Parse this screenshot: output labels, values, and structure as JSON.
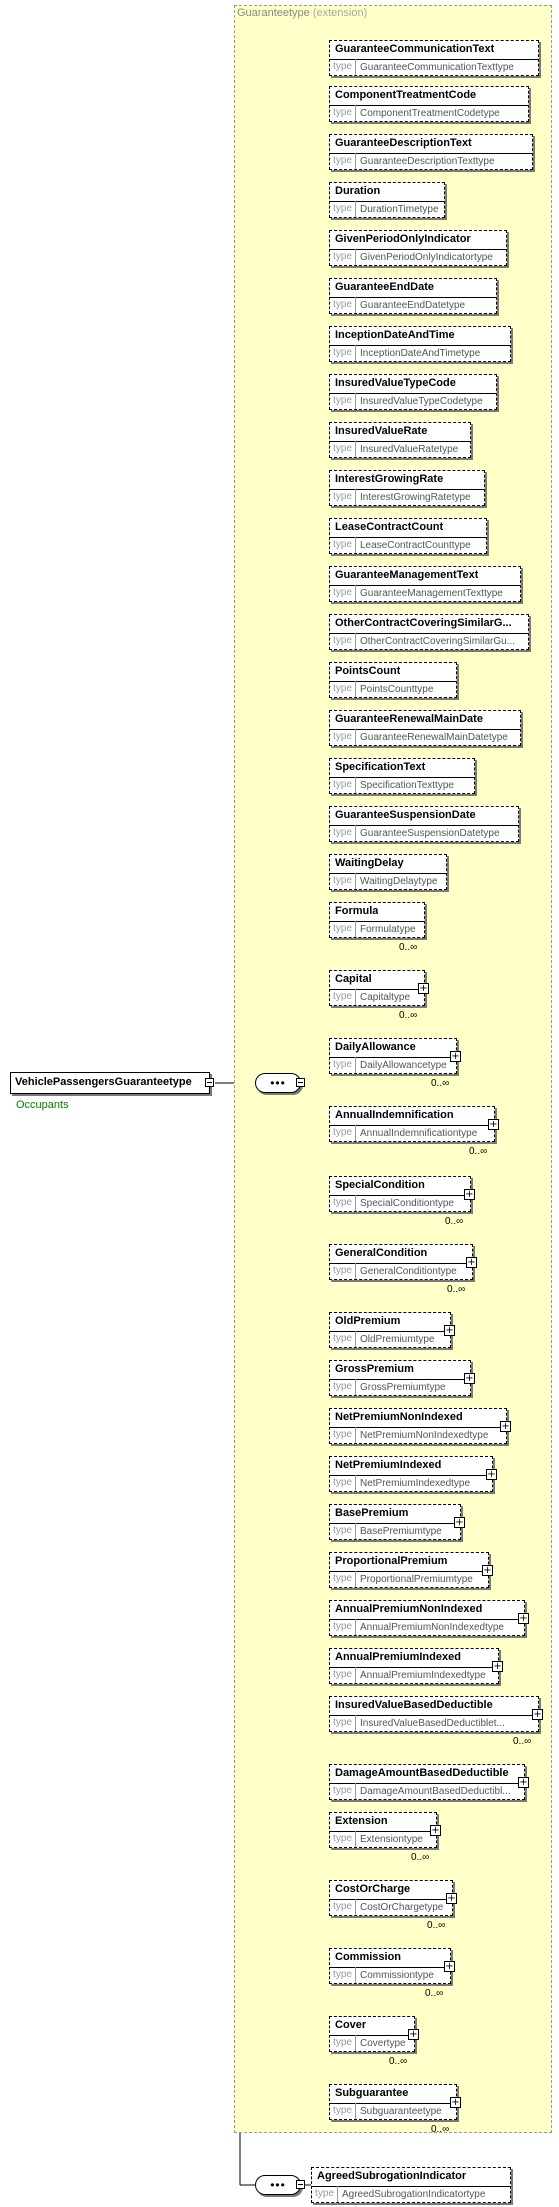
{
  "root": {
    "name": "VehiclePassengersGuaranteetype",
    "annotation": "Occupants"
  },
  "extension": {
    "type_name": "Guaranteetype",
    "keyword": "(extension)"
  },
  "labels": {
    "type": "type"
  },
  "icons": {
    "sequence": "sequence-compositor-icon",
    "collapse": "minus-icon",
    "expand": "plus-icon"
  },
  "elements": [
    {
      "name": "GuaranteeCommunicationText",
      "type": "GuaranteeCommunicationTexttype",
      "occ": "",
      "expandable": false
    },
    {
      "name": "ComponentTreatmentCode",
      "type": "ComponentTreatmentCodetype",
      "occ": "",
      "expandable": false
    },
    {
      "name": "GuaranteeDescriptionText",
      "type": "GuaranteeDescriptionTexttype",
      "occ": "",
      "expandable": false
    },
    {
      "name": "Duration",
      "type": "DurationTimetype",
      "occ": "",
      "expandable": false
    },
    {
      "name": "GivenPeriodOnlyIndicator",
      "type": "GivenPeriodOnlyIndicatortype",
      "occ": "",
      "expandable": false
    },
    {
      "name": "GuaranteeEndDate",
      "type": "GuaranteeEndDatetype",
      "occ": "",
      "expandable": false
    },
    {
      "name": "InceptionDateAndTime",
      "type": "InceptionDateAndTimetype",
      "occ": "",
      "expandable": false
    },
    {
      "name": "InsuredValueTypeCode",
      "type": "InsuredValueTypeCodetype",
      "occ": "",
      "expandable": false
    },
    {
      "name": "InsuredValueRate",
      "type": "InsuredValueRatetype",
      "occ": "",
      "expandable": false
    },
    {
      "name": "InterestGrowingRate",
      "type": "InterestGrowingRatetype",
      "occ": "",
      "expandable": false
    },
    {
      "name": "LeaseContractCount",
      "type": "LeaseContractCounttype",
      "occ": "",
      "expandable": false
    },
    {
      "name": "GuaranteeManagementText",
      "type": "GuaranteeManagementTexttype",
      "occ": "",
      "expandable": false
    },
    {
      "name": "OtherContractCoveringSimilarG...",
      "type": "OtherContractCoveringSimilarGu...",
      "occ": "",
      "expandable": false
    },
    {
      "name": "PointsCount",
      "type": "PointsCounttype",
      "occ": "",
      "expandable": false
    },
    {
      "name": "GuaranteeRenewalMainDate",
      "type": "GuaranteeRenewalMainDatetype",
      "occ": "",
      "expandable": false
    },
    {
      "name": "SpecificationText",
      "type": "SpecificationTexttype",
      "occ": "",
      "expandable": false
    },
    {
      "name": "GuaranteeSuspensionDate",
      "type": "GuaranteeSuspensionDatetype",
      "occ": "",
      "expandable": false
    },
    {
      "name": "WaitingDelay",
      "type": "WaitingDelaytype",
      "occ": "",
      "expandable": false
    },
    {
      "name": "Formula",
      "type": "Formulatype",
      "occ": "0..∞",
      "expandable": false
    },
    {
      "name": "Capital",
      "type": "Capitaltype",
      "occ": "0..∞",
      "expandable": true
    },
    {
      "name": "DailyAllowance",
      "type": "DailyAllowancetype",
      "occ": "0..∞",
      "expandable": true
    },
    {
      "name": "AnnualIndemnification",
      "type": "AnnualIndemnificationtype",
      "occ": "0..∞",
      "expandable": true
    },
    {
      "name": "SpecialCondition",
      "type": "SpecialConditiontype",
      "occ": "0..∞",
      "expandable": true
    },
    {
      "name": "GeneralCondition",
      "type": "GeneralConditiontype",
      "occ": "0..∞",
      "expandable": true
    },
    {
      "name": "OldPremium",
      "type": "OldPremiumtype",
      "occ": "",
      "expandable": true
    },
    {
      "name": "GrossPremium",
      "type": "GrossPremiumtype",
      "occ": "",
      "expandable": true
    },
    {
      "name": "NetPremiumNonIndexed",
      "type": "NetPremiumNonIndexedtype",
      "occ": "",
      "expandable": true
    },
    {
      "name": "NetPremiumIndexed",
      "type": "NetPremiumIndexedtype",
      "occ": "",
      "expandable": true
    },
    {
      "name": "BasePremium",
      "type": "BasePremiumtype",
      "occ": "",
      "expandable": true
    },
    {
      "name": "ProportionalPremium",
      "type": "ProportionalPremiumtype",
      "occ": "",
      "expandable": true
    },
    {
      "name": "AnnualPremiumNonIndexed",
      "type": "AnnualPremiumNonIndexedtype",
      "occ": "",
      "expandable": true
    },
    {
      "name": "AnnualPremiumIndexed",
      "type": "AnnualPremiumIndexedtype",
      "occ": "",
      "expandable": true
    },
    {
      "name": "InsuredValueBasedDeductible",
      "type": "InsuredValueBasedDeductiblet...",
      "occ": "0..∞",
      "expandable": true
    },
    {
      "name": "DamageAmountBasedDeductible",
      "type": "DamageAmountBasedDeductibl...",
      "occ": "",
      "expandable": true
    },
    {
      "name": "Extension",
      "type": "Extensiontype",
      "occ": "0..∞",
      "expandable": true
    },
    {
      "name": "CostOrCharge",
      "type": "CostOrChargetype",
      "occ": "0..∞",
      "expandable": true
    },
    {
      "name": "Commission",
      "type": "Commissiontype",
      "occ": "0..∞",
      "expandable": true
    },
    {
      "name": "Cover",
      "type": "Covertype",
      "occ": "0..∞",
      "expandable": true
    },
    {
      "name": "Subguarantee",
      "type": "Subguaranteetype",
      "occ": "0..∞",
      "expandable": true
    }
  ],
  "outer_element": {
    "name": "AgreedSubrogationIndicator",
    "type": "AgreedSubrogationIndicatortype",
    "occ": "",
    "expandable": false
  }
}
